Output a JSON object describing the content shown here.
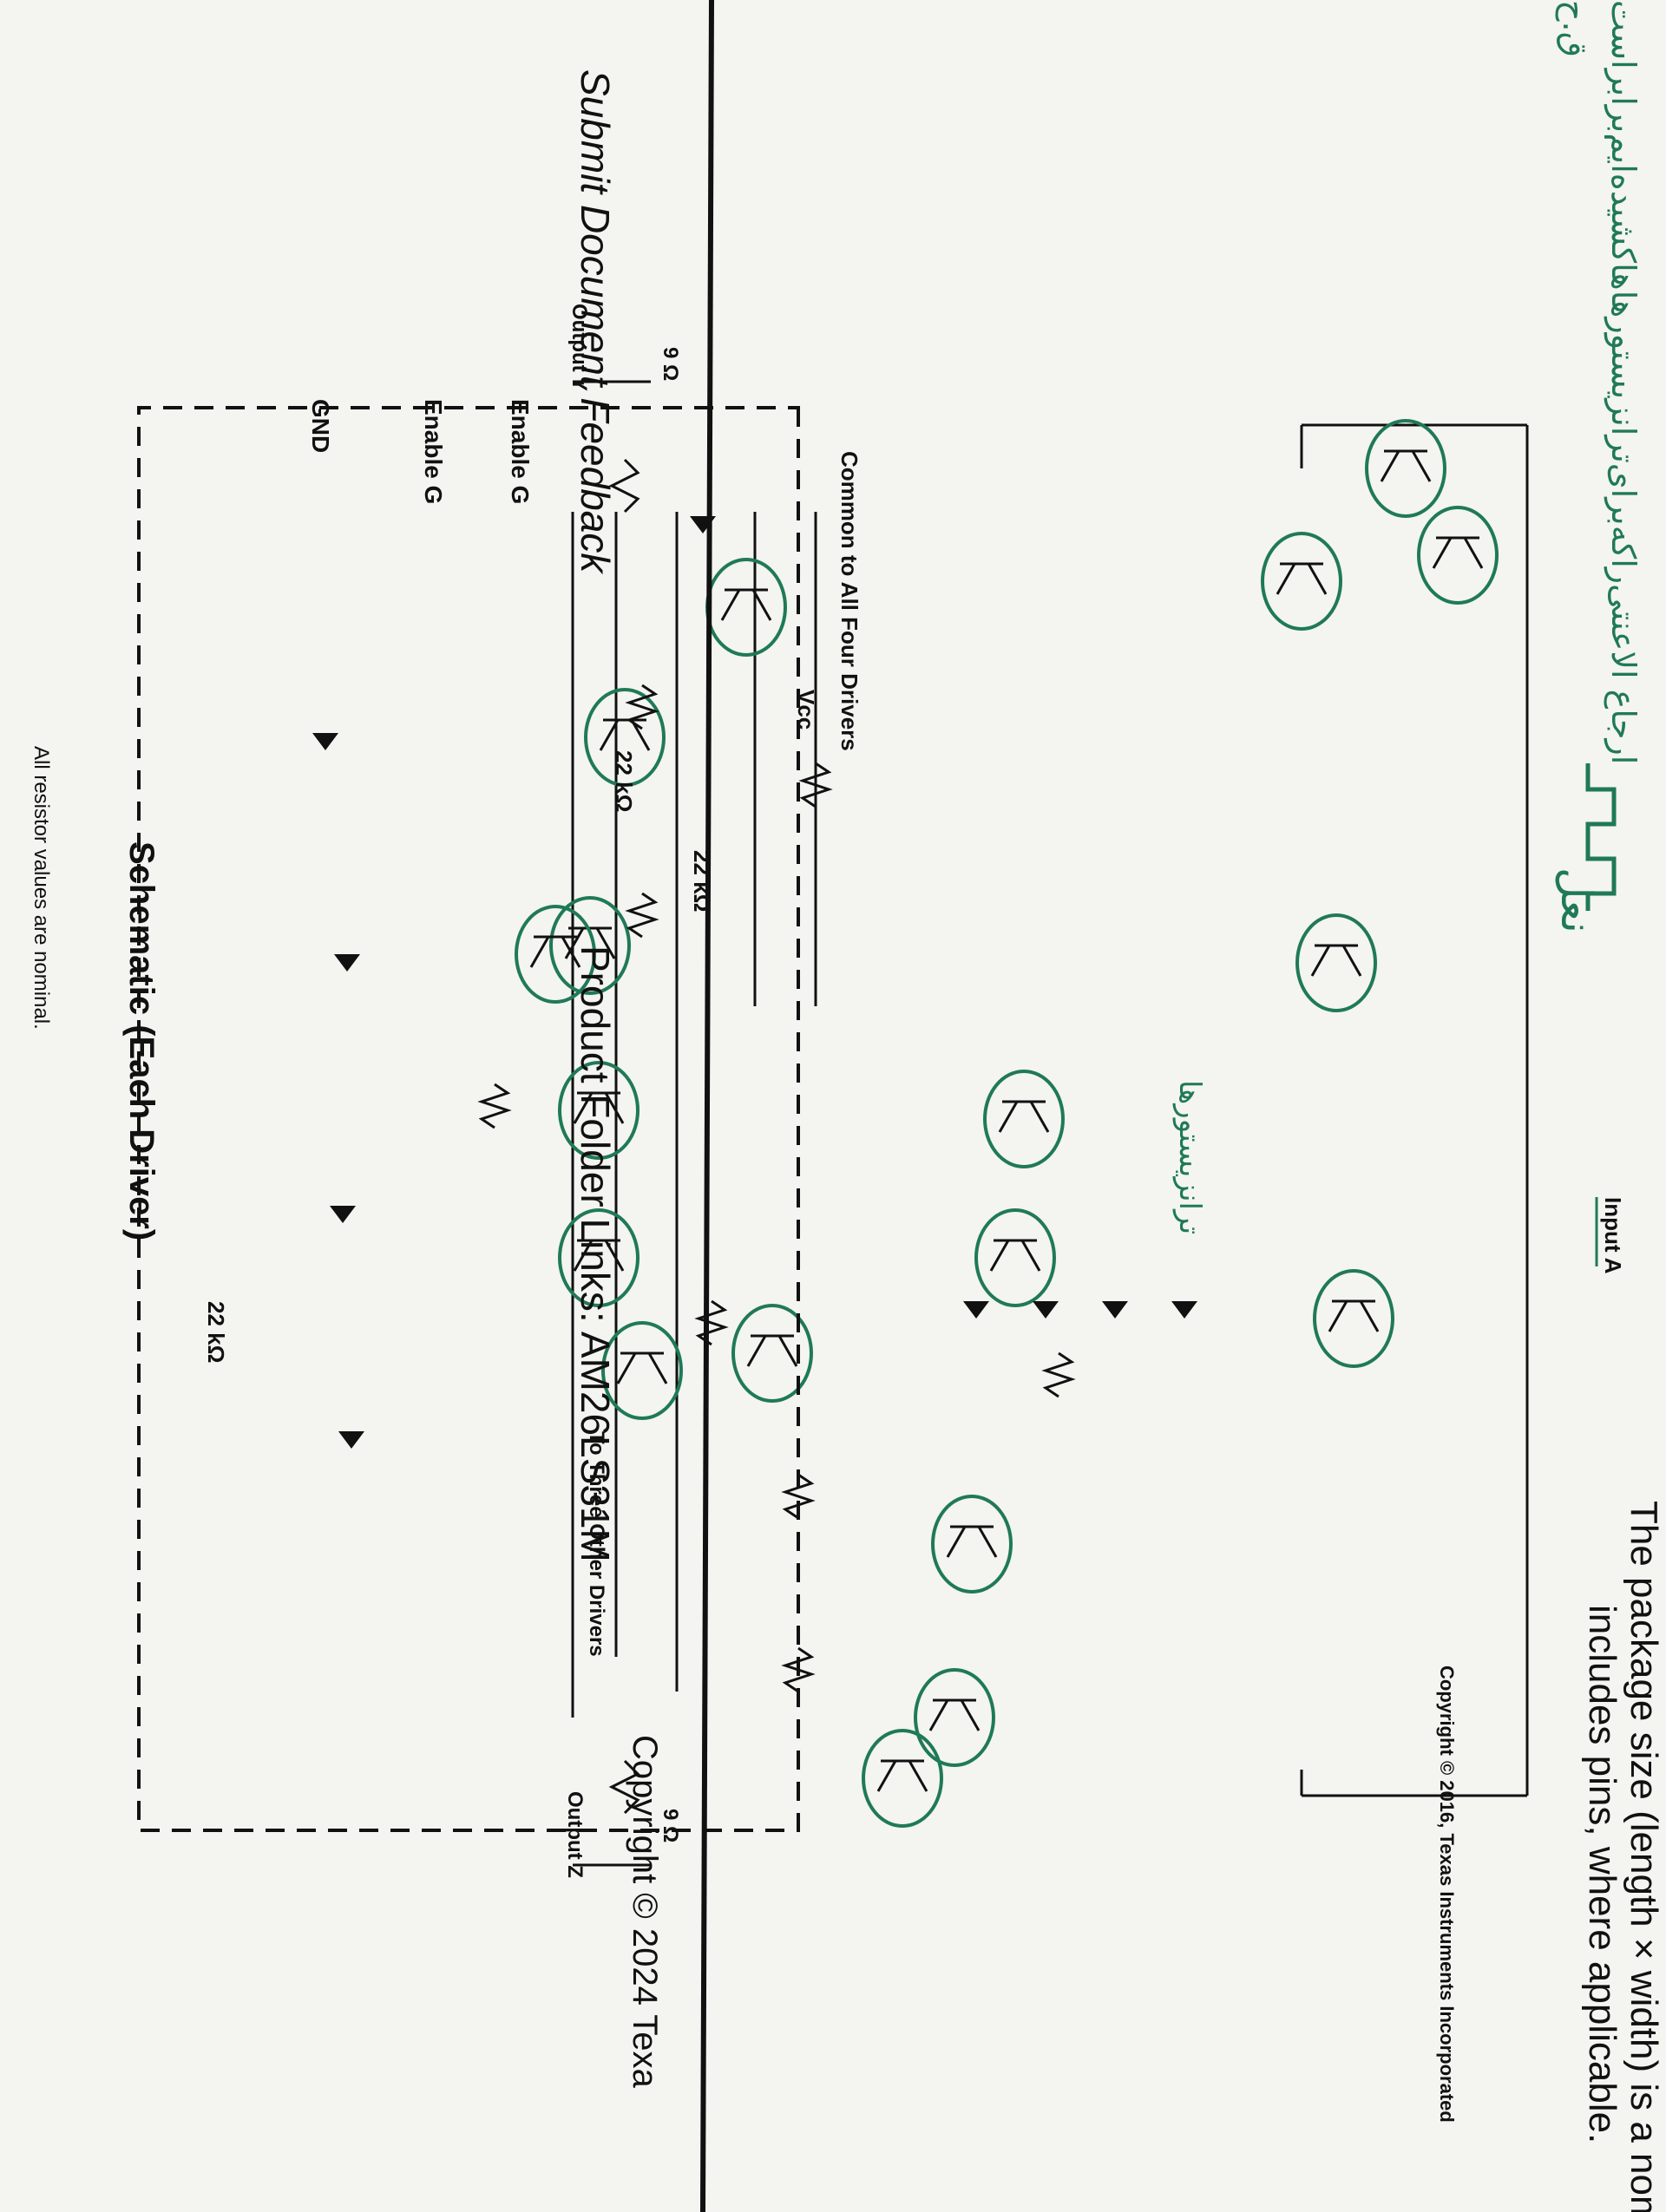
{
  "header": {
    "package_line_1": "The package size (length × width) is a nomi",
    "package_line_2": "includes pins, where applicable."
  },
  "handwriting": {
    "top_note": "ارجاع الاعنتی‌راکه‌برای‌ترانزیستورها‌ها‌کشیده‌ایم‌برابراست",
    "top_mark": "ق.ح",
    "waveform_note": "نعل",
    "tooltip_note": "ترانزیستورها"
  },
  "schematic": {
    "title": "Schematic (Each Driver)",
    "labels": {
      "input_a": "Input A",
      "output_y": "Output Y",
      "output_z": "Output Z",
      "common": "Common to All Four Drivers",
      "vcc": "Vcc",
      "enable_gbar": "Enable G",
      "enable_g": "Enable G",
      "gnd": "GND",
      "to_three": "To Three Other Drivers"
    },
    "values": {
      "r_9_top": "9 Ω",
      "r_9_bottom": "9 Ω",
      "r_22k_top": "22 kΩ",
      "r_22k_a": "22 kΩ",
      "r_22k_b": "22 kΩ"
    },
    "notes": {
      "nominal": "All resistor values are nominal.",
      "copyright_small": "Copyright © 2016, Texas Instruments Incorporated"
    }
  },
  "footer": {
    "copyright": "Copyright © 2024 Texa",
    "submit_feedback": "Submit Document Feedback",
    "product_links": "Product Folder Links: AM26LS31M",
    "part": "AM26LS31M"
  },
  "colors": {
    "paper": "#f4f4f1",
    "ink": "#111111",
    "annotation": "#1f7a55"
  }
}
